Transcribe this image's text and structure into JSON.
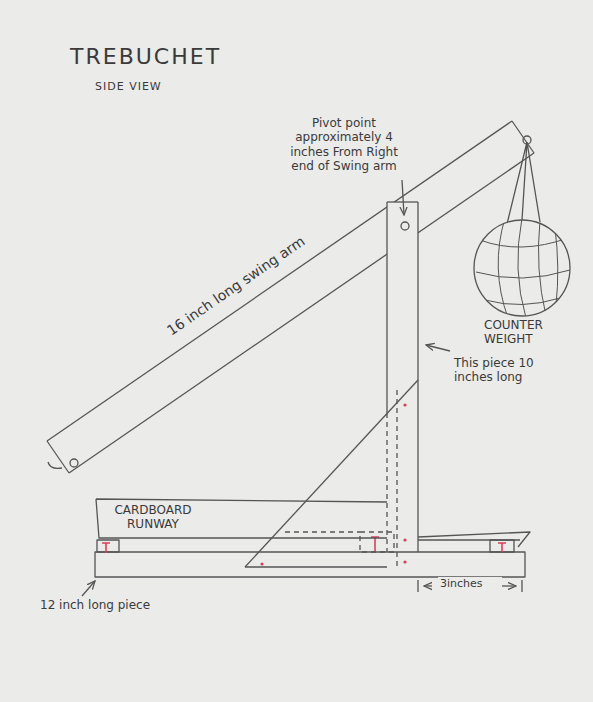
{
  "diagram": {
    "title": "TREBUCHET",
    "nodes": [
      {
        "text": [
          "CARDBOARD RUNWAY"
        ]
      }
    ],
    "labels": [
      "SIDE VIEW",
      "Pivot point approximately 4 inches From Right end of Swing arm",
      "16 inch long swing arm",
      "COUNTER WEIGHT",
      "This piece 10 inches long",
      "12 inch long piece",
      "3inches"
    ]
  }
}
